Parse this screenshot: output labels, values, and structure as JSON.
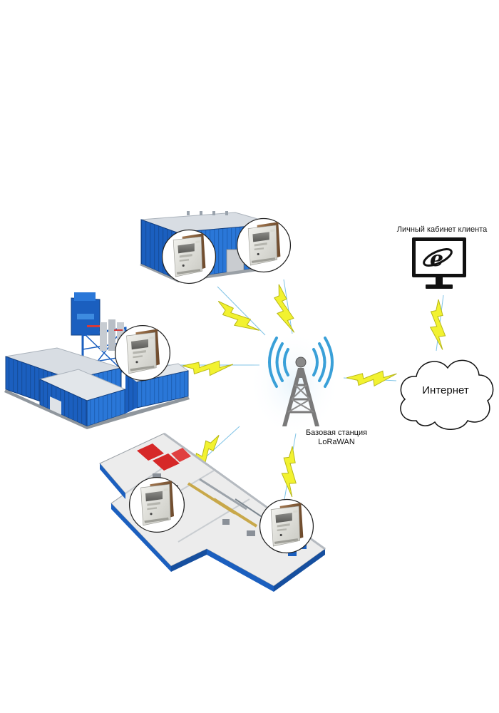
{
  "client_portal": {
    "label": "Личный кабинет клиента",
    "browser_icon": "internet-explorer-icon"
  },
  "base_station": {
    "line1": "Базовая станция",
    "line2": "LoRaWAN",
    "icon": "radio-tower-icon"
  },
  "cloud": {
    "label": "Интернет",
    "icon": "cloud-icon"
  },
  "sites": [
    {
      "id": "warehouse",
      "icon": "warehouse-building-icon",
      "meters": 2
    },
    {
      "id": "plant",
      "icon": "industrial-plant-icon",
      "meters": 1
    },
    {
      "id": "workshop",
      "icon": "factory-floor-icon",
      "meters": 2
    }
  ],
  "meter": {
    "icon": "electricity-meter-icon"
  },
  "link": {
    "icon": "lightning-link-icon"
  },
  "colors": {
    "bolt_fill": "#f2f230",
    "bolt_stroke": "#b8b81a",
    "building_blue": "#1b5fbf",
    "signal_blue": "#3aa0d8",
    "tower_gray": "#777777"
  }
}
